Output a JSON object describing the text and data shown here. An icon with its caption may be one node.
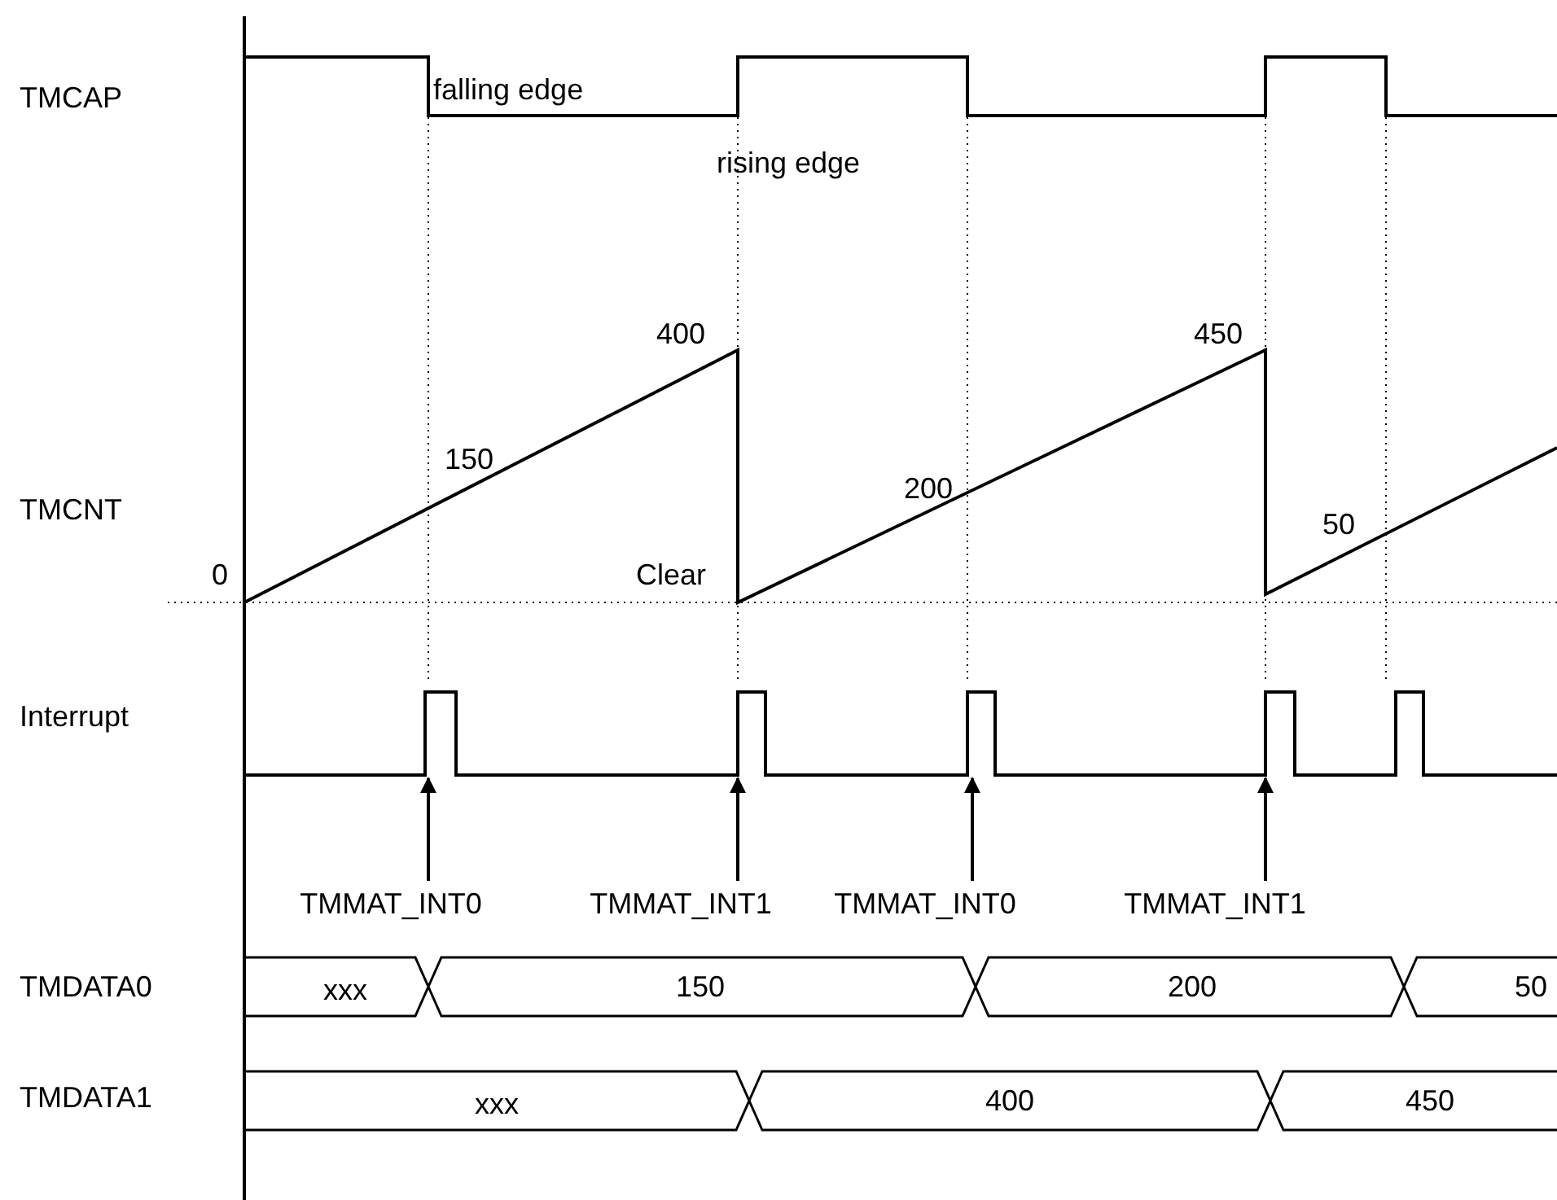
{
  "diagram": {
    "nodes": [
      {
        "text": [
          "TMMAT_INT0"
        ]
      },
      {
        "text": [
          "TMMAT_INT1"
        ]
      },
      {
        "text": [
          "TMMAT_INT0"
        ]
      },
      {
        "text": [
          "TMMAT_INT1"
        ]
      },
      {
        "text": [],
        "shape": "picture"
      }
    ],
    "edges": [
      {
        "from": 0,
        "to": 4,
        "arrow": "to"
      },
      {
        "from": 1,
        "to": 4,
        "arrow": "to"
      },
      {
        "from": 2,
        "to": 4,
        "arrow": "to"
      },
      {
        "from": 3,
        "to": 4,
        "arrow": "to"
      }
    ],
    "labels": [
      "TMCAP",
      "falling edge",
      "rising edge",
      "400",
      "450",
      "150",
      "TMCNT",
      "200",
      "50",
      "0",
      "Clear",
      "Interrupt",
      "TMDATA0",
      "xxx",
      "150",
      "200",
      "50",
      "TMDATA1",
      "xxx",
      "400",
      "450"
    ]
  }
}
